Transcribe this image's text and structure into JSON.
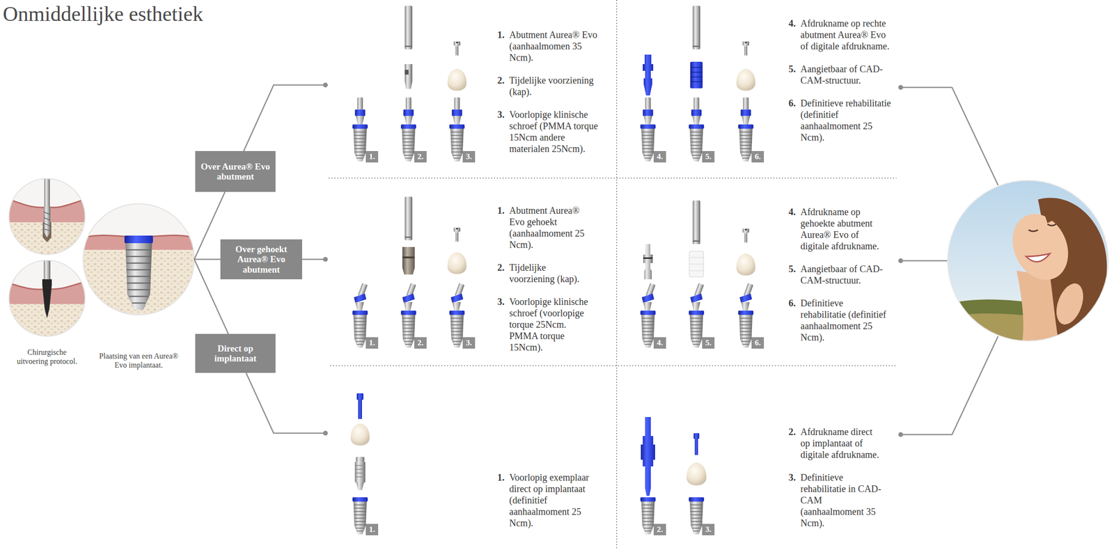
{
  "diagram": {
    "title": "Onmiddellijke esthetiek",
    "nodes": [
      {
        "text": [
          "Plaatsing van een Aurea® Evo implantaat."
        ]
      },
      {
        "text": [
          "Over Aurea® Evo abutment"
        ]
      },
      {
        "text": [
          "Over gehoekt Aurea® Evo abutment"
        ]
      },
      {
        "text": [
          "Direct op implantaat"
        ]
      }
    ],
    "edges": [
      {
        "from": 0,
        "to": 1,
        "arrow": "none"
      },
      {
        "from": 0,
        "to": 2,
        "arrow": "none"
      },
      {
        "from": 0,
        "to": 3,
        "arrow": "none"
      }
    ],
    "labels": [
      "Chirurgische uitvoering protocol.",
      "1.",
      "2.",
      "3.",
      "1.",
      "Abutment Aurea® Evo (aanhaalmomen 35 Ncm).",
      "2.",
      "Tijdelijke voorziening (kap).",
      "3.",
      "Voorlopige klinische schroef (PMMA torque 15Ncm andere materialen 25Ncm).",
      "4.",
      "5.",
      "6.",
      "4.",
      "Afdrukname op rechte abutment Aurea® Evo of digitale afdrukname.",
      "5.",
      "Aangietbaar of CAD-CAM-structuur.",
      "6.",
      "Definitieve rehabilitatie (definitief aanhaalmoment 25 Ncm).",
      "1.",
      "2.",
      "3.",
      "1.",
      "Abutment Aurea® Evo gehoekt (aanhaalmoment 25 Ncm).",
      "2.",
      "Tijdelijke voorziening (kap).",
      "3.",
      "Voorlopige klinische schroef (voorlopige torque 25Ncm. PMMA torque 15Ncm).",
      "4.",
      "5.",
      "6.",
      "4.",
      "Afdrukname op gehoekte abutment Aurea® Evo of digitale afdrukname.",
      "5.",
      "Aangietbaar of CAD-CAM-structuur.",
      "6.",
      "Definitieve rehabilitatie (definitief aanhaalmoment 25 Ncm).",
      "1.",
      "1.",
      "Voorlopig exemplaar direct op implantaat (definitief aanhaalmoment 25 Ncm).",
      "2.",
      "3.",
      "2.",
      "Afdrukname direct op implantaat of digitale afdrukname.",
      "3.",
      "Definitieve rehabilitatie in CAD-CAM (aanhaalmoment 35 Ncm)."
    ]
  }
}
